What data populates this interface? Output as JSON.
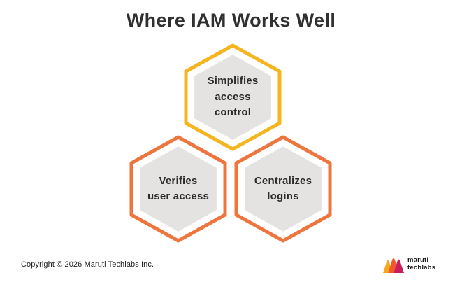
{
  "title": "Where IAM Works Well",
  "hexagons": [
    {
      "id": "simplifies-access-control",
      "label": "Simplifies\naccess\ncontrol",
      "border_color": "#f6b41e"
    },
    {
      "id": "verifies-user-access",
      "label": "Verifies\nuser access",
      "border_color": "#ee753d"
    },
    {
      "id": "centralizes-logins",
      "label": "Centralizes\nlogins",
      "border_color": "#ee753d"
    }
  ],
  "colors": {
    "background": "#ffffff",
    "title_text": "#303030",
    "hexagon_fill": "#e4e3e1",
    "hexagon_label_text": "#2b2b2b",
    "yellow_accent": "#f6b41e",
    "orange_accent": "#ee753d"
  },
  "footer": {
    "copyright": "Copyright © 2026 Maruti Techlabs Inc."
  },
  "logo": {
    "company": "maruti techlabs",
    "line1": "maruti",
    "line2": "techlabs",
    "mark_colors": [
      "#f9a61a",
      "#f1592a",
      "#c71e5d"
    ]
  }
}
